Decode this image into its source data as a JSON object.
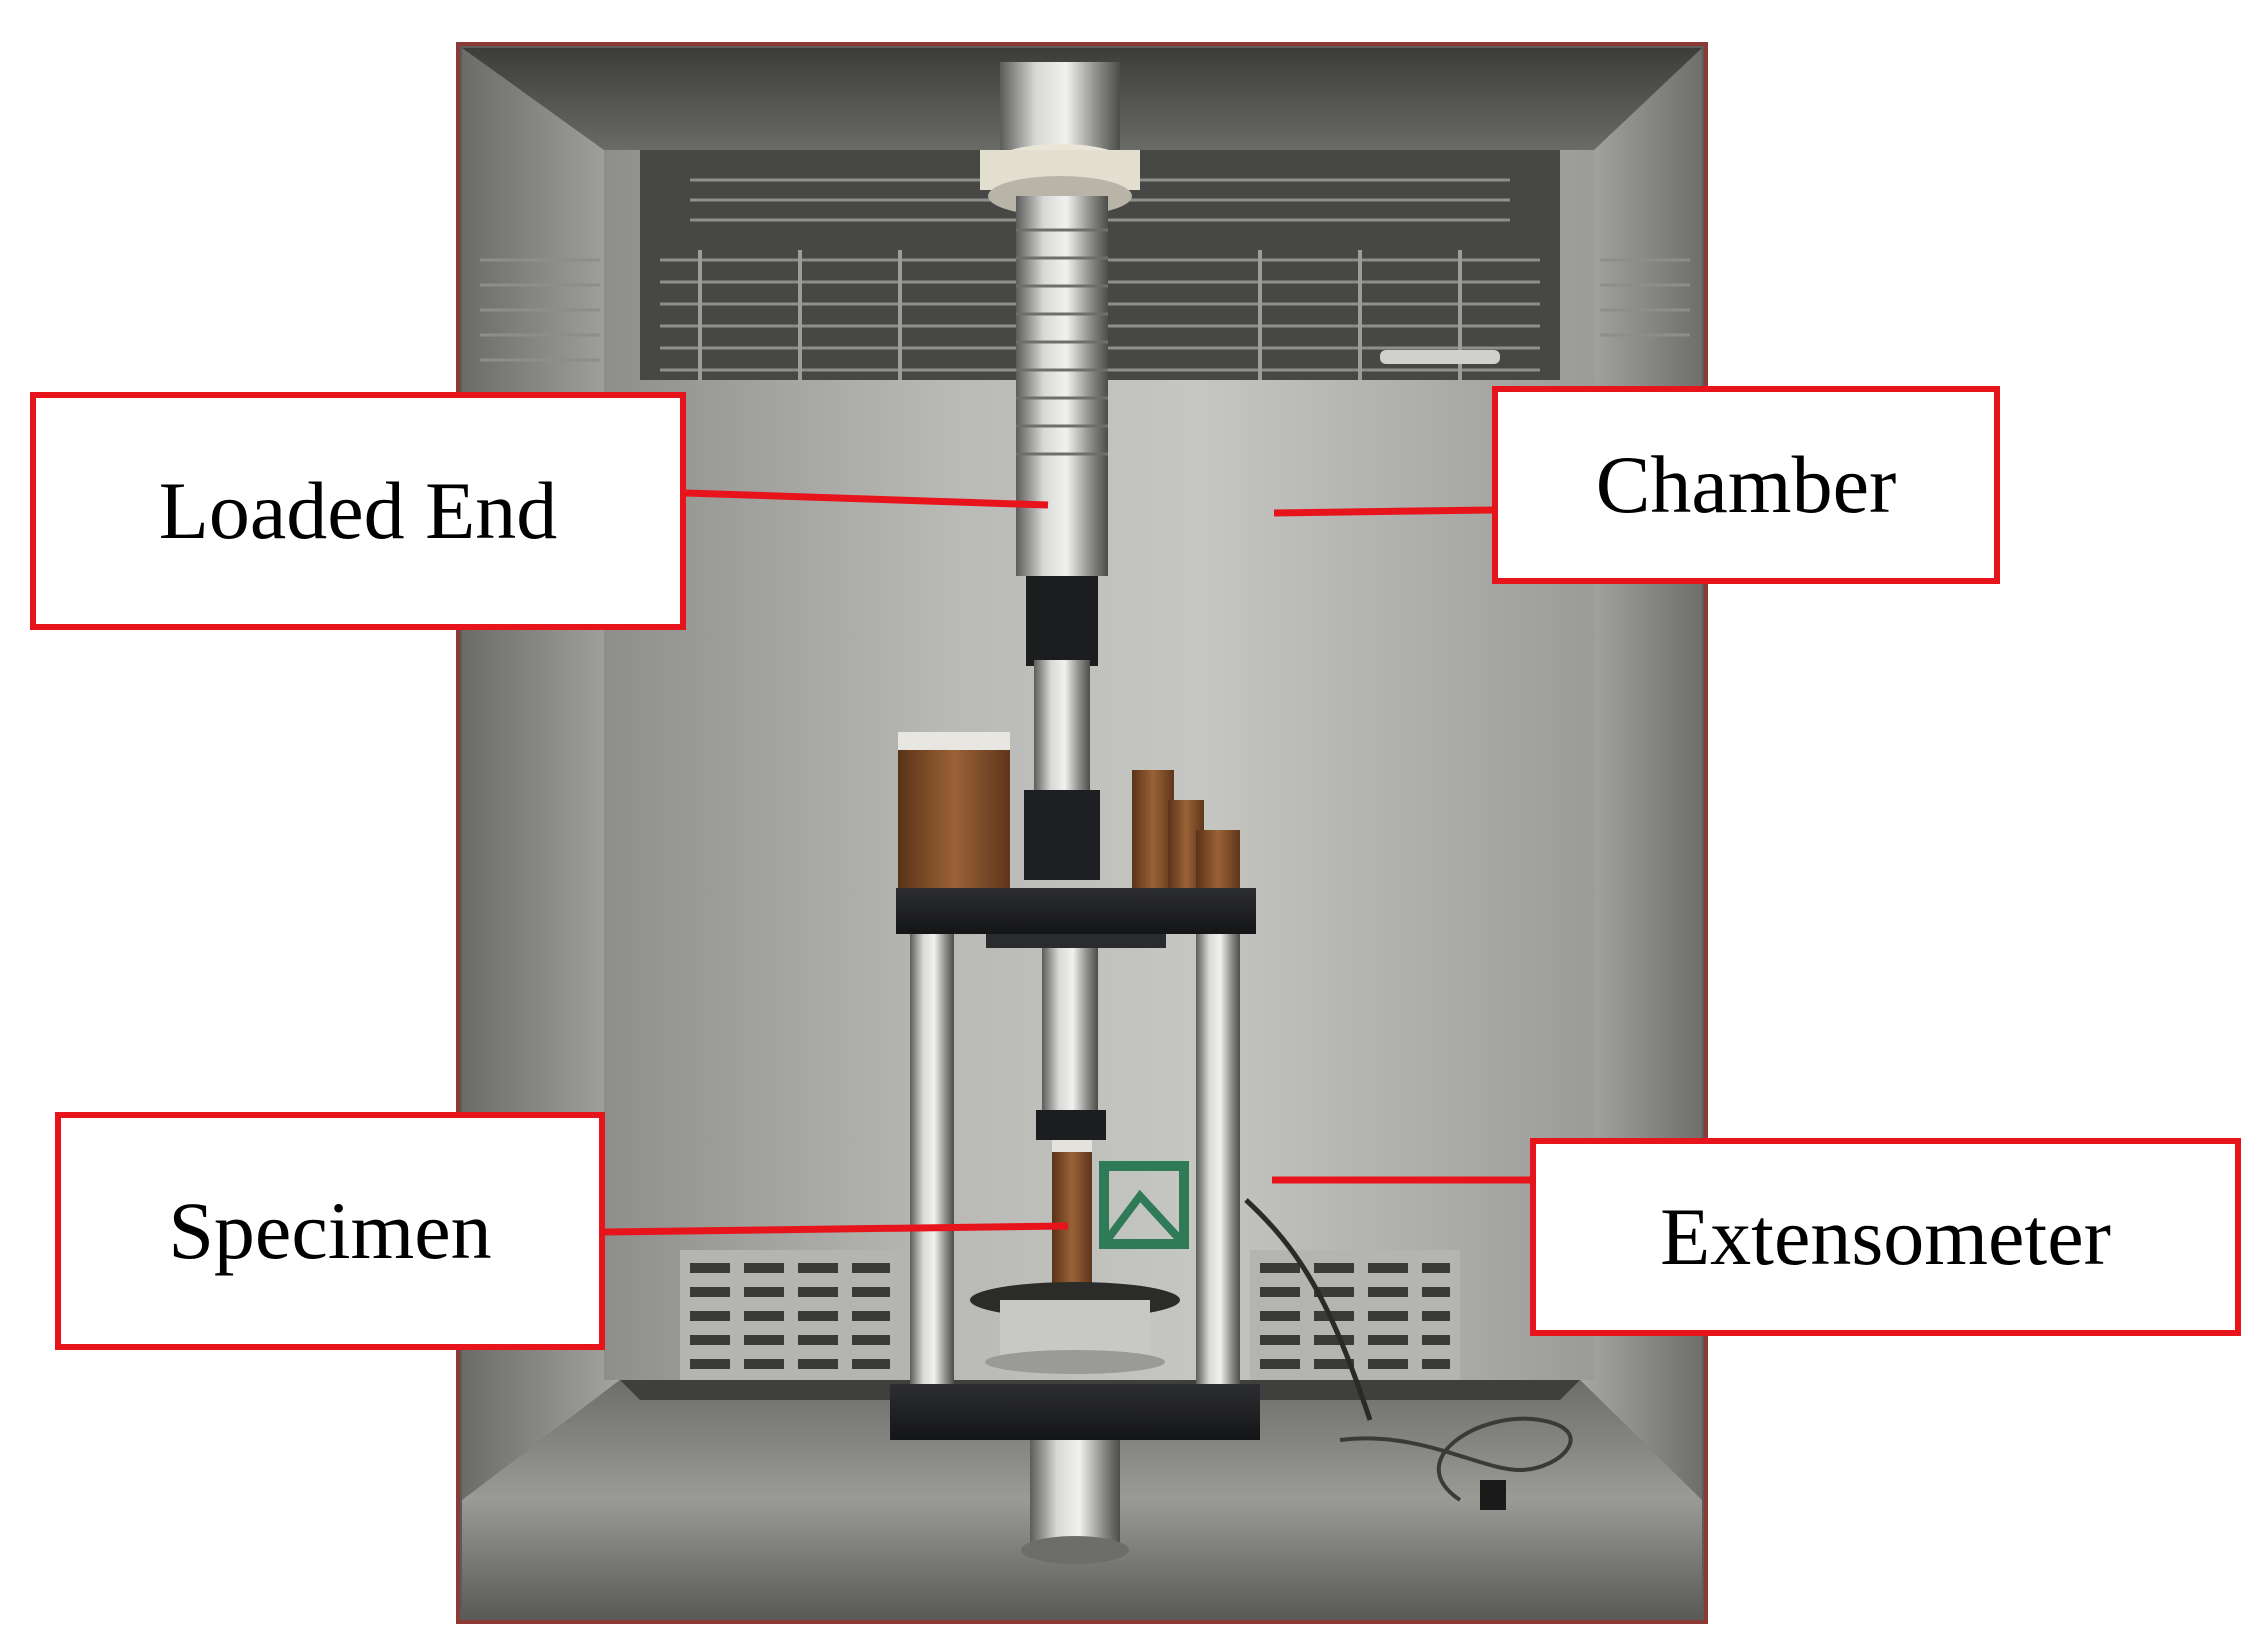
{
  "labels": {
    "loaded_end": "Loaded End",
    "chamber": "Chamber",
    "specimen": "Specimen",
    "extensometer": "Extensometer"
  },
  "colors": {
    "callout_border": "#e8141c",
    "callout_line": "#e8141c",
    "frame_edge": "#8b3a36",
    "steel_light": "#c9c9c7",
    "steel_dark": "#4a4a48",
    "fixture_black": "#1e1f22",
    "wood": "#7a4a28",
    "extensometer_green": "#2f7a57"
  }
}
